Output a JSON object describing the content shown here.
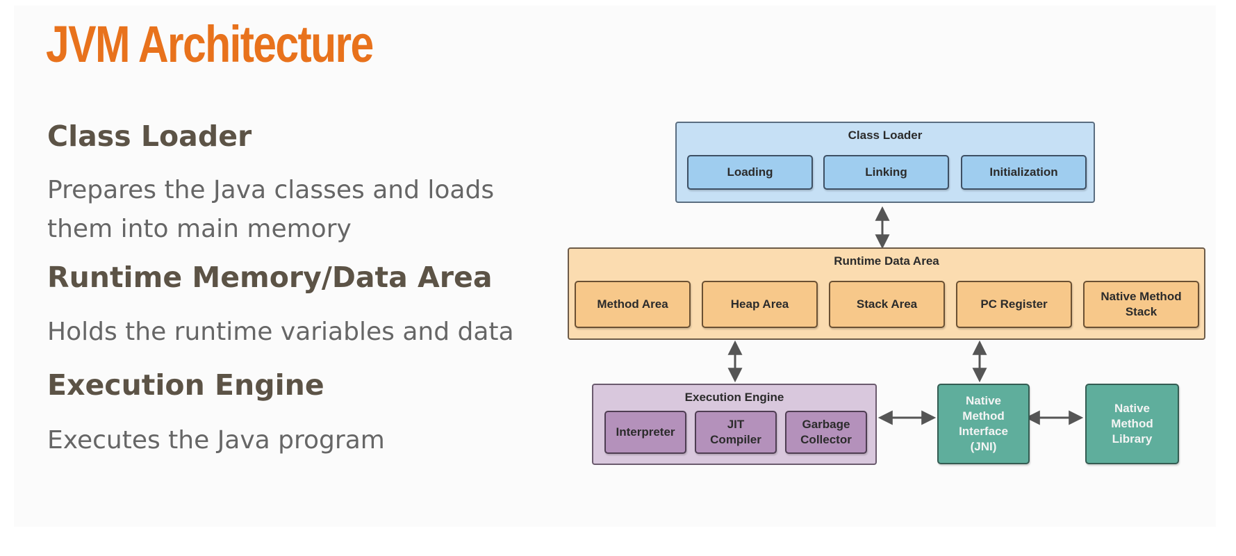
{
  "slide": {
    "title": "JVM Architecture",
    "sections": [
      {
        "heading": "Class Loader",
        "description_lines": [
          "Prepares the Java classes and loads",
          "them into main memory"
        ]
      },
      {
        "heading": "Runtime Memory/Data Area",
        "description_lines": [
          "Holds the runtime variables and data"
        ]
      },
      {
        "heading": "Execution Engine",
        "description_lines": [
          "Executes the Java program"
        ]
      }
    ]
  },
  "diagram": {
    "class_loader": {
      "title": "Class Loader",
      "items": [
        "Loading",
        "Linking",
        "Initialization"
      ]
    },
    "runtime_data_area": {
      "title": "Runtime Data Area",
      "items": [
        "Method Area",
        "Heap Area",
        "Stack Area",
        "PC Register",
        [
          "Native Method",
          "Stack"
        ]
      ]
    },
    "execution_engine": {
      "title": "Execution Engine",
      "items": [
        "Interpreter",
        [
          "JIT",
          "Compiler"
        ],
        [
          "Garbage",
          "Collector"
        ]
      ]
    },
    "native_method_interface": {
      "lines": [
        "Native",
        "Method",
        "Interface",
        "(JNI)"
      ]
    },
    "native_method_library": {
      "lines": [
        "Native",
        "Method",
        "Library"
      ]
    },
    "colors": {
      "title_orange": "#e8721c",
      "class_loader_blue": "#9fcdef",
      "runtime_orange": "#f7c88a",
      "execution_purple": "#b491bb",
      "native_teal": "#5fae9c",
      "arrow_gray": "#555555"
    }
  }
}
